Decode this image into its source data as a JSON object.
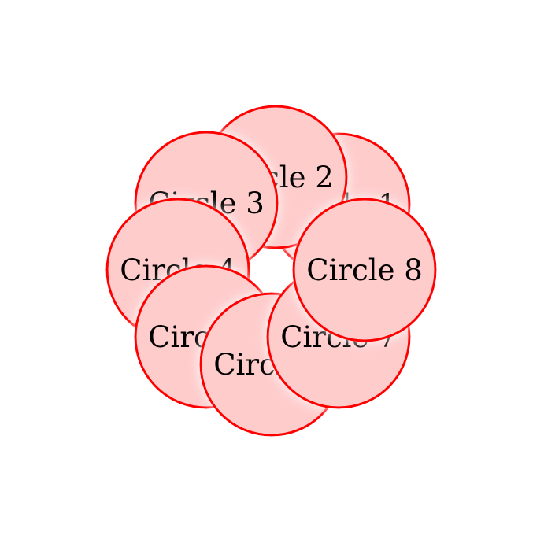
{
  "diagram": {
    "circles": [
      {
        "id": 1,
        "label": "Circle 1"
      },
      {
        "id": 2,
        "label": "Circle 2"
      },
      {
        "id": 3,
        "label": "Circle 3"
      },
      {
        "id": 4,
        "label": "Circle 4"
      },
      {
        "id": 5,
        "label": "Circle 5"
      },
      {
        "id": 6,
        "label": "Circle 6"
      },
      {
        "id": 7,
        "label": "Circle 7"
      },
      {
        "id": 8,
        "label": "Circle 8"
      }
    ],
    "fill_color": "#ffcccc",
    "stroke_color": "#ff0000",
    "shadow_color": "#ffffff"
  }
}
